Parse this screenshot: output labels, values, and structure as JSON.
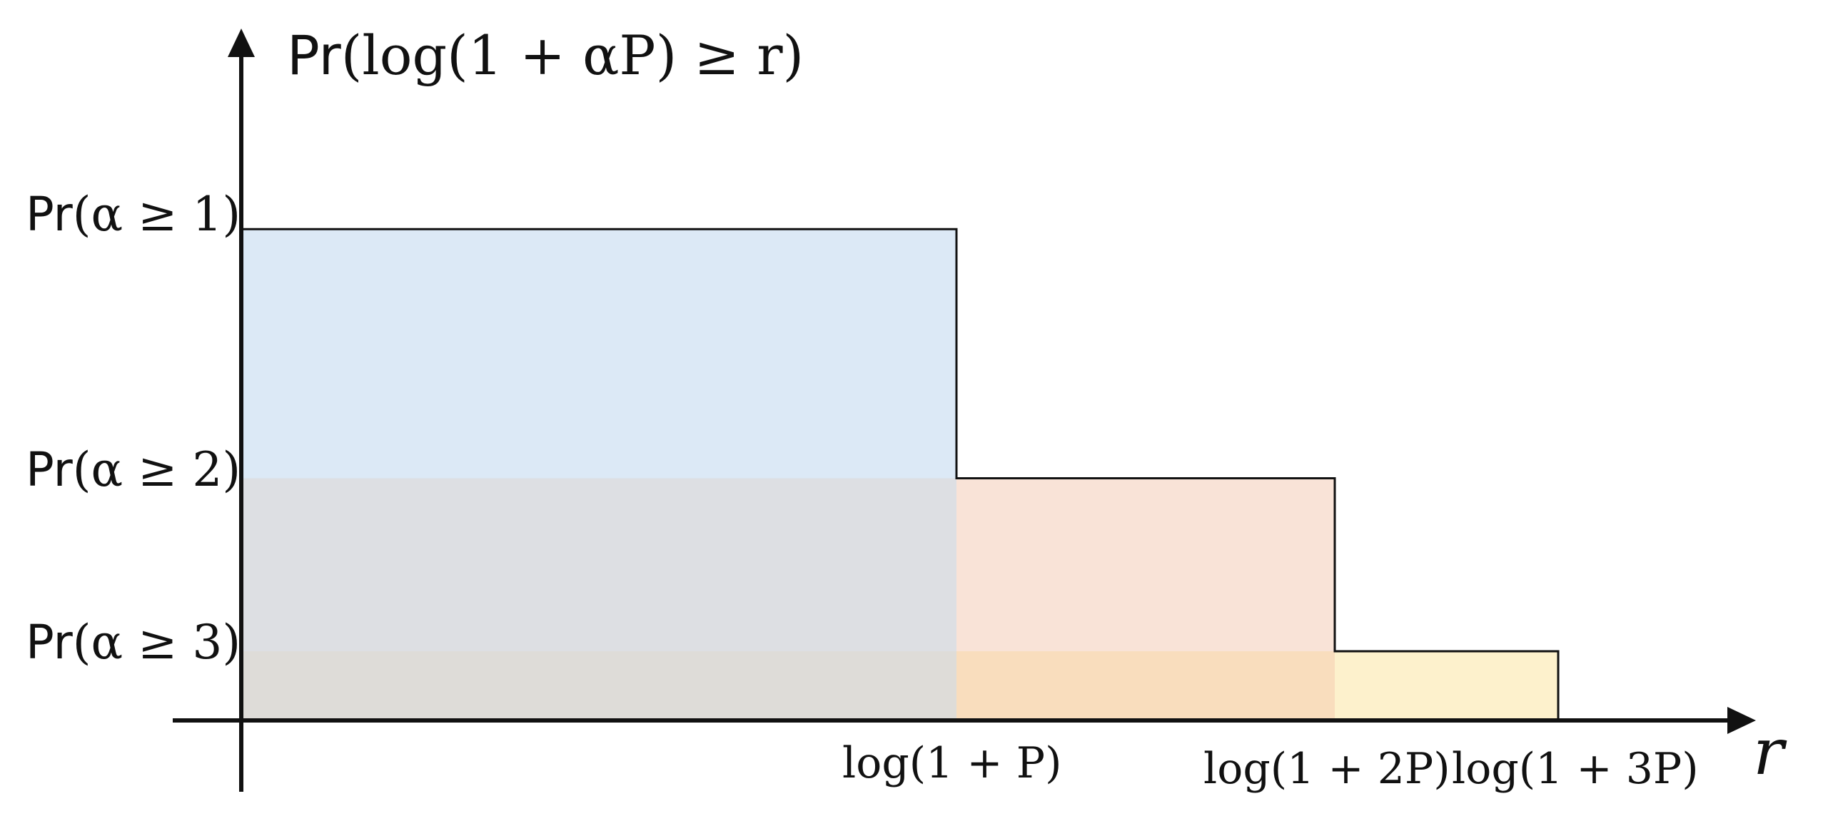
{
  "diagram": {
    "y_axis_title": {
      "prefix": "Pr",
      "body": "(log(1 + αP) ≥ r)"
    },
    "x_axis_label": "r",
    "levels": [
      {
        "prefix": "Pr",
        "body": "(α ≥ 1)",
        "value": 0.71,
        "color": "#dce9f6"
      },
      {
        "prefix": "Pr",
        "body": "(α ≥ 2)",
        "value": 0.35,
        "color": "#f9e3d7"
      },
      {
        "prefix": "Pr",
        "body": "(α ≥ 3)",
        "value": 0.1,
        "color": "#fdf1cc"
      }
    ],
    "x_ticks": [
      {
        "label": "log(1 + P)"
      },
      {
        "label": "log(1 + 2P)"
      },
      {
        "label": "log(1 + 3P)"
      }
    ],
    "colors": {
      "region_1": "#dce9f6",
      "region_2": "#f9e3d7",
      "region_3": "#fdf1cc",
      "overlap_1_2": "#dddfe3",
      "overlap_1_2_3": "#dedcd8",
      "overlap_2_3": "#f9ddbd",
      "outline": "#111111"
    }
  }
}
